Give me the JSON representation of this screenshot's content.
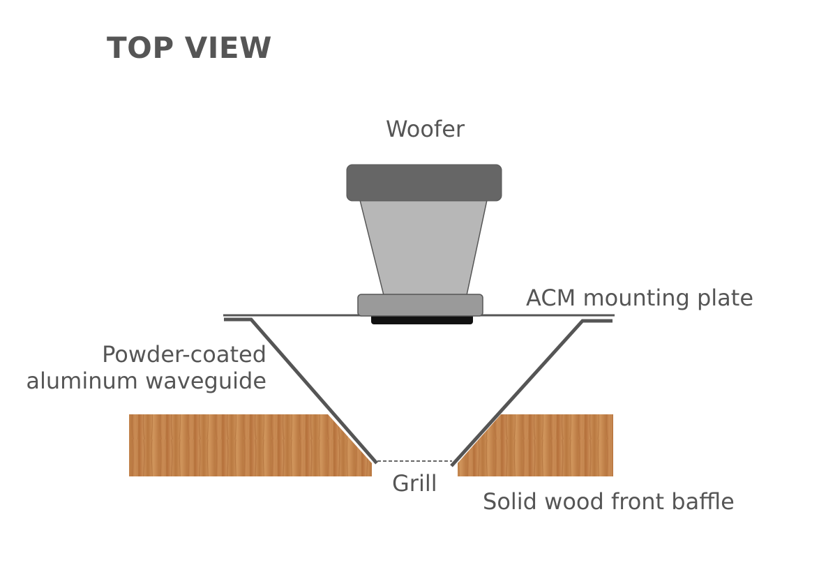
{
  "title": "TOP VIEW",
  "labels": {
    "woofer": "Woofer",
    "acm_plate": "ACM mounting plate",
    "waveguide_line1": "Powder-coated",
    "waveguide_line2": "aluminum waveguide",
    "grill": "Grill",
    "baffle": "Solid wood front baffle"
  },
  "colors": {
    "text": "#555555",
    "woofer_cap": "#666666",
    "woofer_cone": "#b7b7b7",
    "woofer_flange": "#9a9a9a",
    "gasket": "#111111",
    "plate_line": "#555555",
    "waveguide": "#555555",
    "wood_light": "#c98a55",
    "wood_dark": "#9e5f2e"
  }
}
